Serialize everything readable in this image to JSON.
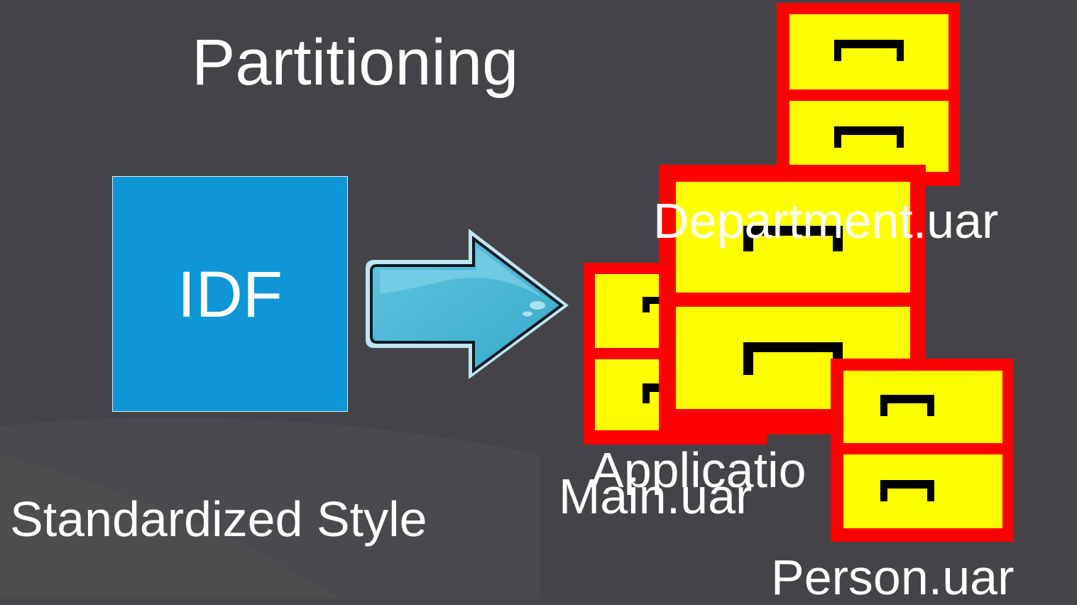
{
  "slide": {
    "title": "Partitioning",
    "source_box": {
      "label": "IDF",
      "color": "#0f96d6"
    },
    "arrow_icon": "right-arrow-icon",
    "caption": "Standardized Style",
    "files": [
      {
        "label": "Department.uar",
        "icon": "file-cabinet-icon"
      },
      {
        "label": "Applicatio",
        "icon": "file-cabinet-icon"
      },
      {
        "label": "Main.uar",
        "icon": "file-cabinet-icon"
      },
      {
        "label": "Person.uar",
        "icon": "file-cabinet-icon"
      }
    ],
    "colors": {
      "background": "#454347",
      "cabinet_frame": "#ff0000",
      "cabinet_drawer": "#ffff00",
      "arrow": "#4fbcd9"
    }
  }
}
